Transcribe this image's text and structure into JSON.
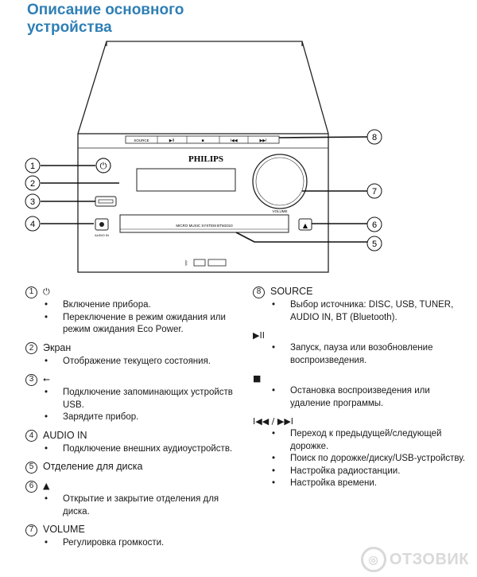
{
  "title_line1": "Описание основного",
  "title_line2": "устройства",
  "device": {
    "brand": "PHILIPS",
    "model_text": "MICRO MUSIC SYSTEM BTM2310",
    "knob_label": "VOLUME",
    "audio_in_label": "AUDIO IN",
    "top_buttons": [
      "SOURCE",
      "▶II",
      "■",
      "I◀◀",
      "▶▶I"
    ],
    "callouts": [
      "1",
      "2",
      "3",
      "4",
      "5",
      "6",
      "7",
      "8"
    ]
  },
  "left": [
    {
      "num": "1",
      "label": "⏻",
      "items": [
        "Включение прибора.",
        "Переключение в режим ожидания или режим ожидания Eco Power."
      ]
    },
    {
      "num": "2",
      "label": "Экран",
      "items": [
        "Отображение текущего состояния."
      ]
    },
    {
      "num": "3",
      "label": "⭠",
      "items": [
        "Подключение запоминающих устройств USB.",
        "Зарядите прибор."
      ]
    },
    {
      "num": "4",
      "label": "AUDIO IN",
      "items": [
        "Подключение внешних аудиоустройств."
      ]
    },
    {
      "num": "5",
      "label": "Отделение для диска",
      "items": []
    },
    {
      "num": "6",
      "label": "▲",
      "items": [
        "Открытие и закрытие отделения для диска."
      ]
    },
    {
      "num": "7",
      "label": "VOLUME",
      "items": [
        "Регулировка громкости."
      ]
    }
  ],
  "right": {
    "num": "8",
    "label": "SOURCE",
    "items": [
      "Выбор источника: DISC, USB, TUNER, AUDIO IN, BT (Bluetooth)."
    ],
    "subs": [
      {
        "label": "▶II",
        "items": [
          "Запуск, пауза или возобновление воспроизведения."
        ]
      },
      {
        "label": "■",
        "items": [
          "Остановка воспроизведения или удаление программы."
        ]
      },
      {
        "label": "I◀◀ / ▶▶I",
        "items": [
          "Переход к предыдущей/следующей дорожке.",
          "Поиск по дорожке/диску/USB-устройству.",
          "Настройка радиостанции.",
          "Настройка времени."
        ]
      }
    ]
  },
  "watermark": "ОТЗОВИК"
}
